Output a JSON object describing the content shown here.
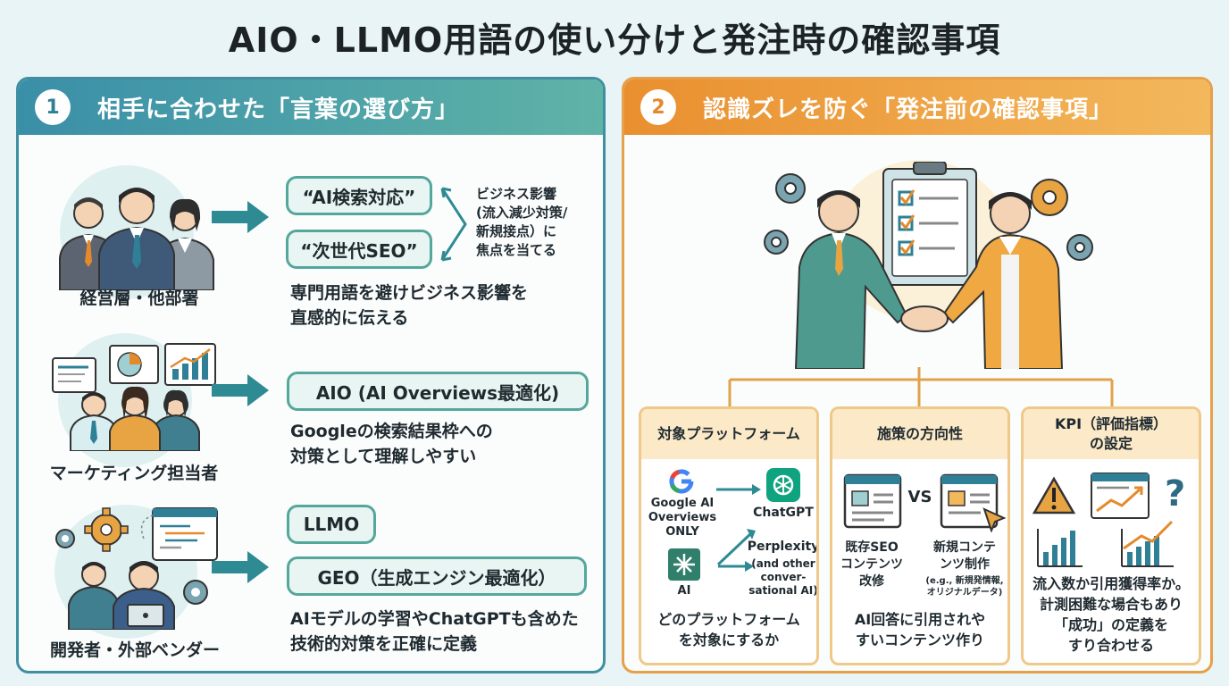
{
  "title": "AIO・LLMO用語の使い分けと発注時の確認事項",
  "section1": {
    "number": "1",
    "title": "相手に合わせた「言葉の選び方」",
    "executives": {
      "audience": "経営層・他部署",
      "terms": [
        "“AI検索対応”",
        "“次世代SEO”"
      ],
      "note": [
        "ビジネス影響",
        "(流入減少対策/",
        "新規接点）に",
        "焦点を当てる"
      ],
      "description": [
        "専門用語を避けビジネス影響を",
        "直感的に伝える"
      ]
    },
    "marketing": {
      "audience": "マーケティング担当者",
      "terms": [
        "AIO (AI Overviews最適化)"
      ],
      "description": [
        "Googleの検索結果枠への",
        "対策として理解しやすい"
      ]
    },
    "developers": {
      "audience": "開発者・外部ベンダー",
      "terms": [
        "LLMO",
        "GEO（生成エンジン最適化）"
      ],
      "description": [
        "AIモデルの学習やChatGPTも含めた",
        "技術的対策を正確に定義"
      ]
    }
  },
  "section2": {
    "number": "2",
    "title": "認識ズレを防ぐ「発注前の確認事項」",
    "platform": {
      "heading": "対象プラットフォーム",
      "google_label": [
        "Google AI",
        "Overviews",
        "ONLY"
      ],
      "ai_label": "AI",
      "chatgpt_label": "ChatGPT",
      "perplexity_label": "Perplexity",
      "perplexity_note": [
        "(and other",
        "conver-",
        "sational AI)"
      ],
      "footer": [
        "どのプラットフォーム",
        "を対象にするか"
      ]
    },
    "direction": {
      "heading": "施策の方向性",
      "vs": "VS",
      "existing_label": [
        "既存SEO",
        "コンテンツ",
        "改修"
      ],
      "new_label": [
        "新規コンテ",
        "ンツ制作"
      ],
      "new_note": [
        "(e.g., 新規発情報,",
        "オリジナルデータ)"
      ],
      "footer": [
        "AI回答に引用されや",
        "すいコンテンツ作り"
      ]
    },
    "kpi": {
      "heading": [
        "KPI（評価指標）",
        "の設定"
      ],
      "footer": [
        "流入数か引用獲得率か。",
        "計測困難な場合もあり",
        "「成功」の定義を",
        "すり合わせる"
      ]
    }
  },
  "colors": {
    "teal": "#3f8fa0",
    "orange": "#e6a049",
    "pill_border": "#55a79c",
    "arrow": "#2e8a93"
  }
}
